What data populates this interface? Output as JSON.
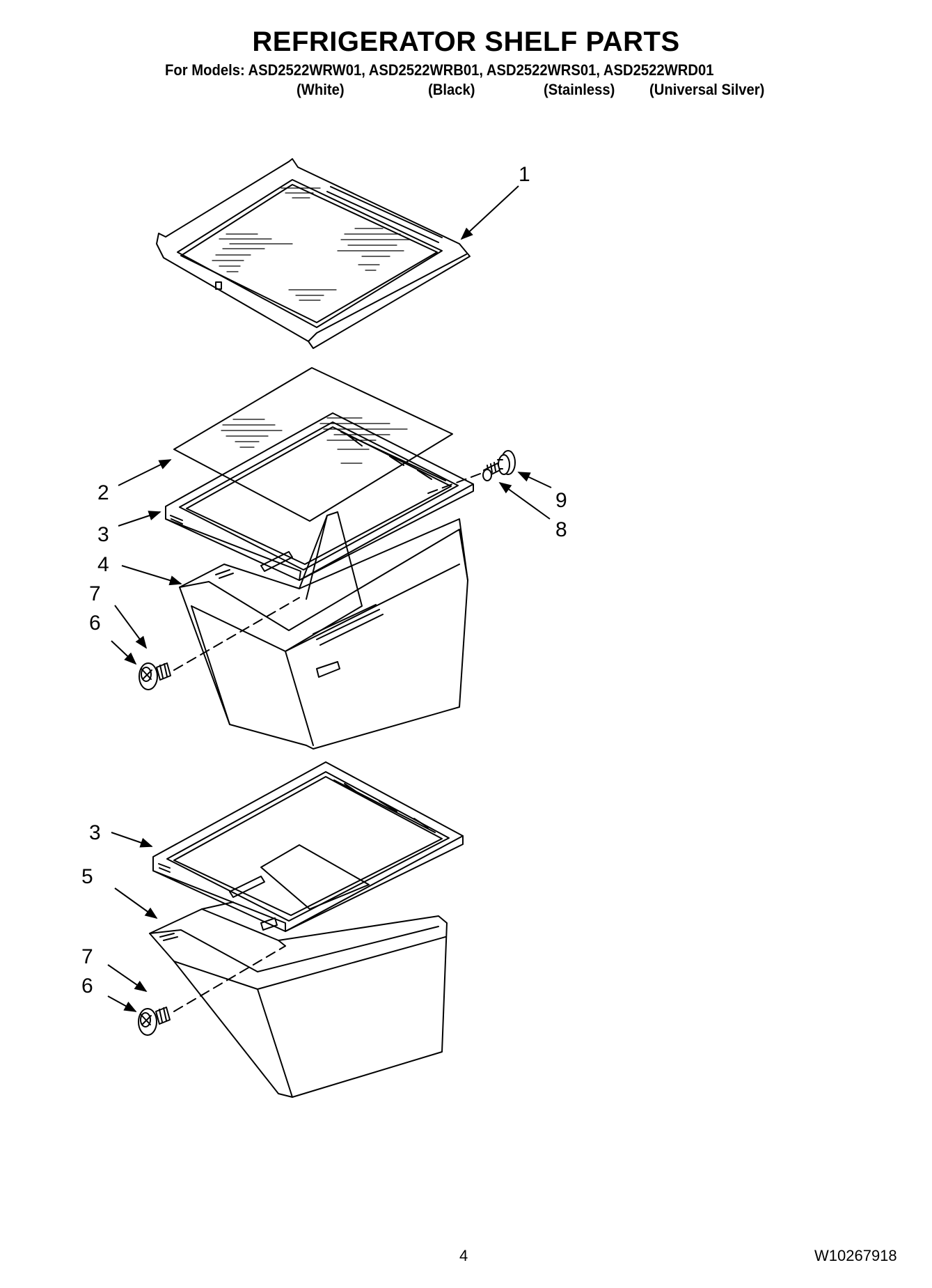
{
  "header": {
    "title": "REFRIGERATOR SHELF PARTS",
    "models_line": "For Models: ASD2522WRW01, ASD2522WRB01, ASD2522WRS01, ASD2522WRD01",
    "variants": [
      "(White)",
      "(Black)",
      "(Stainless)",
      "(Universal Silver)"
    ]
  },
  "callouts": {
    "c1": "1",
    "c2": "2",
    "c3a": "3",
    "c4": "4",
    "c7a": "7",
    "c6a": "6",
    "c9": "9",
    "c8": "8",
    "c3b": "3",
    "c5": "5",
    "c7b": "7",
    "c6b": "6"
  },
  "footer": {
    "page_number": "4",
    "document_number": "W10267918"
  }
}
